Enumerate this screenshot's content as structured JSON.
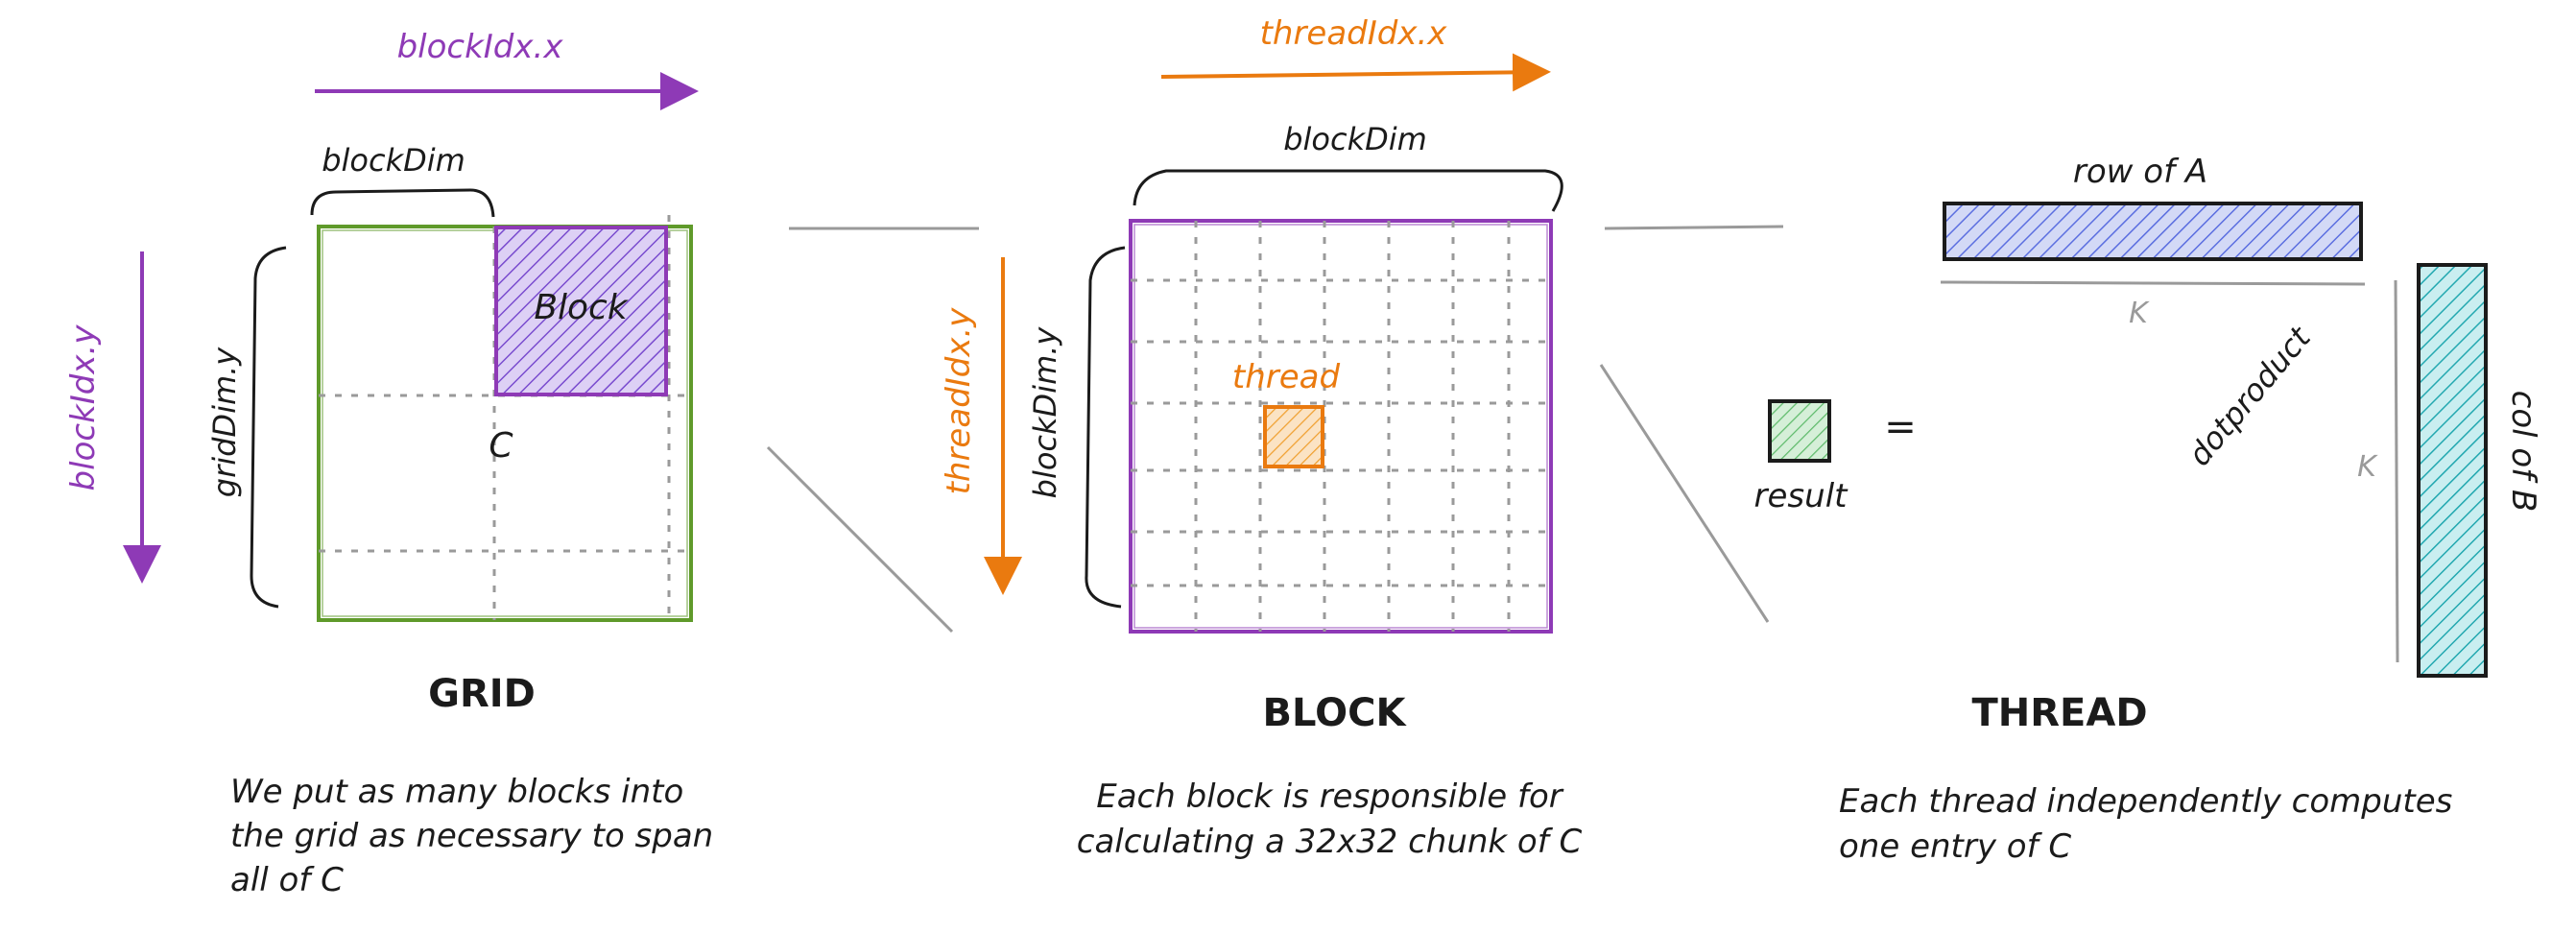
{
  "colors": {
    "purple": "#8e3ab6",
    "orange": "#ea7a0f",
    "green": "#5f9a2a",
    "black": "#1b1b1b",
    "gray": "#9a9a9a",
    "blue_hatch": "#5b6ee0",
    "teal_hatch": "#22a8b0",
    "green_hatch": "#5fbb6b",
    "purple_hatch": "#7a4ccf",
    "orange_hatch": "#f0a030"
  },
  "grid": {
    "arrow_x_label": "blockIdx.x",
    "arrow_y_label": "blockIdx.y",
    "brace_top_label": "blockDim",
    "brace_side_label": "gridDim.y",
    "block_label": "Block",
    "matrix_label": "C",
    "title": "GRID",
    "caption_lines": [
      "We put as many blocks into",
      "the grid as necessary to span",
      "all of C"
    ]
  },
  "block": {
    "arrow_x_label": "threadIdx.x",
    "arrow_y_label": "threadIdx.y",
    "brace_top_label": "blockDim",
    "brace_side_label": "blockDim.y",
    "thread_label": "thread",
    "title": "BLOCK",
    "caption_lines": [
      "Each block is responsible for",
      "calculating a 32x32 chunk of C"
    ]
  },
  "thread": {
    "row_label": "row of A",
    "col_label": "col of B",
    "k_top": "K",
    "k_side": "K",
    "dot_label": "dotproduct",
    "equals": "=",
    "result_label": "result",
    "title": "THREAD",
    "caption_lines": [
      "Each thread independently computes",
      "one entry of C"
    ]
  }
}
